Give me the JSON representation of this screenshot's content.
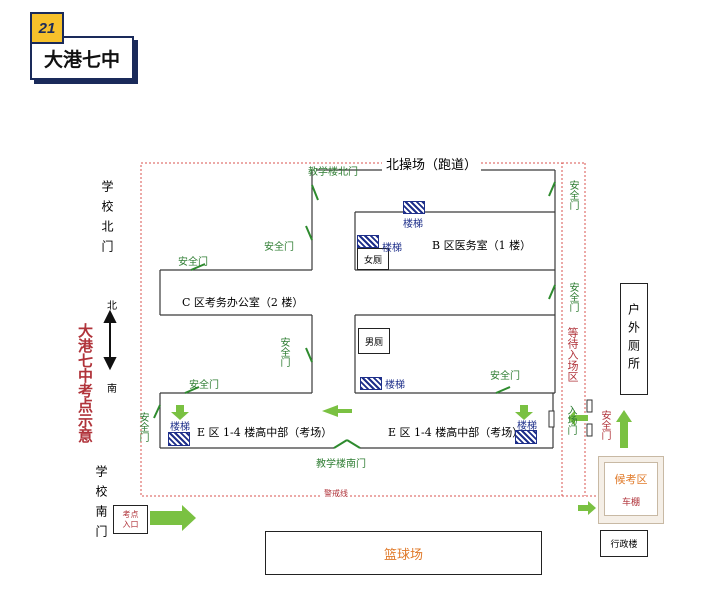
{
  "header": {
    "number": "21",
    "title": "大港七中"
  },
  "map": {
    "north_field": "北操场（跑道）",
    "side_labels": {
      "north_gate": "学校北门",
      "south_gate": "学校南门",
      "compass_north": "北",
      "compass_south": "南",
      "exam_title": "大港七中考点示意"
    },
    "gates": {
      "teaching_north": "教学楼北门",
      "teaching_south": "教学楼南门",
      "safety_door": "安全门",
      "entry_door": "入场门"
    },
    "rooms": {
      "b_zone": "B 区医务室（1 楼）",
      "c_zone": "C 区考务办公室（2 楼）",
      "e_zone_left": "E 区 1-4 楼高中部（考场）",
      "e_zone_right": "E 区 1-4 楼高中部（考场）",
      "female_wc": "女厕",
      "male_wc": "男厕",
      "stairs": "楼梯"
    },
    "waiting_area": "等待入场区",
    "outdoor_toilet": "户外厕所",
    "candidate_area": "候考区",
    "bike_shed": "车棚",
    "admin_building": "行政楼",
    "entrance": "考点入口",
    "alert_line": "警戒线",
    "basketball": "篮球场"
  },
  "colors": {
    "wall": "#3a3a3a",
    "door": "#2e8b2e",
    "alert": "#d9534f",
    "arrow": "#7ac142",
    "stairs": "#1e2f8a"
  }
}
